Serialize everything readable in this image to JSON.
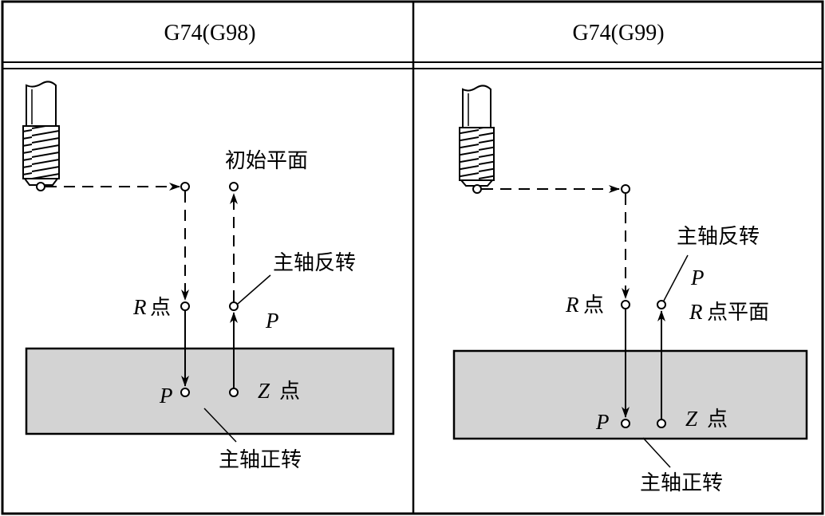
{
  "left": {
    "header": "G74(G98)",
    "initial_plane": "初始平面",
    "r_point_var": "R",
    "r_point_text": "点",
    "spindle_reverse": "主轴反转",
    "p_label_upper": "P",
    "p_label_lower": "P",
    "z_point_var": "Z",
    "z_point_text": "点",
    "spindle_forward": "主轴正转"
  },
  "right": {
    "header": "G74(G99)",
    "spindle_reverse": "主轴反转",
    "p_label_upper": "P",
    "r_point_var": "R",
    "r_point_text": "点",
    "r_plane_var": "R",
    "r_plane_text": "点平面",
    "p_label_lower": "P",
    "z_point_var": "Z",
    "z_point_text": "点",
    "spindle_forward": "主轴正转"
  },
  "colors": {
    "workpiece_fill": "#d3d3d3",
    "stroke": "#000000"
  }
}
